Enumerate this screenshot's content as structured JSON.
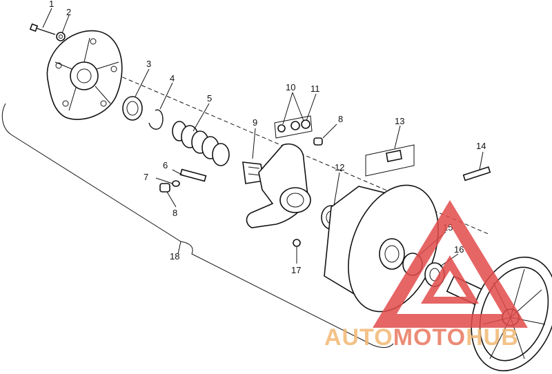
{
  "callouts": [
    "1",
    "2",
    "3",
    "4",
    "5",
    "6",
    "7",
    "8",
    "9",
    "10",
    "11",
    "8",
    "12",
    "13",
    "14",
    "15",
    "16",
    "17",
    "18"
  ],
  "watermark": {
    "part_a": "AUTO",
    "part_b": "MOTO",
    "part_c": "HUB",
    "color_a": "#f2b874",
    "color_b": "#e8775f",
    "triangle_color": "#e24b4b"
  }
}
